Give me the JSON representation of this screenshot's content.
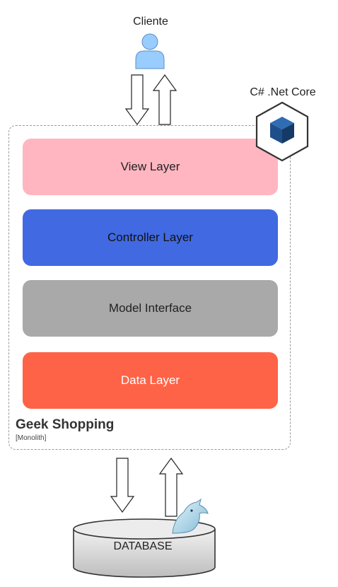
{
  "client": {
    "label": "Cliente",
    "icon": "user-icon"
  },
  "technology": {
    "label": "C# .Net Core",
    "icon": "dotnet-cube-icon"
  },
  "system": {
    "name": "Geek Shopping",
    "type": "[Monolith]"
  },
  "layers": [
    {
      "label": "View Layer",
      "color": "#FFB6C1",
      "text_color": "#222222"
    },
    {
      "label": "Controller Layer",
      "color": "#4169E1",
      "text_color": "#111111"
    },
    {
      "label": "Model Interface",
      "color": "#A9A9A9",
      "text_color": "#222222"
    },
    {
      "label": "Data Layer",
      "color": "#FF6347",
      "text_color": "#FFFFFF"
    }
  ],
  "database": {
    "label": "DATABASE",
    "icon": "dolphin-icon"
  }
}
